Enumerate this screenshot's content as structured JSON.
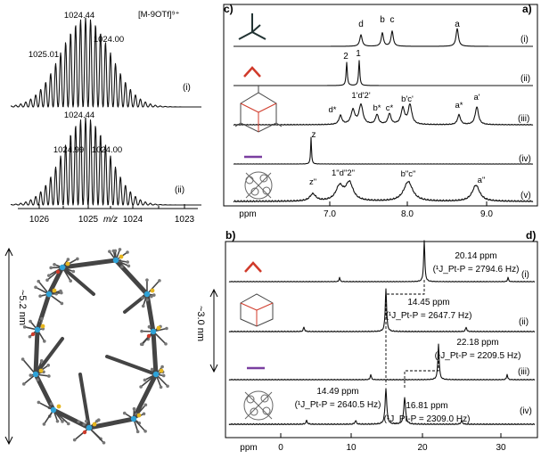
{
  "panel_a": {
    "label": "a)",
    "traces": [
      {
        "label": "(i)",
        "peak_labels": [
          "1024.44",
          "1024.00",
          "1025.01",
          "[M-9OTf]⁹⁺"
        ]
      },
      {
        "label": "(ii)",
        "peak_labels": [
          "1024.44",
          "1024.00",
          "1024.99"
        ]
      }
    ],
    "xlabel": "m/z",
    "ticks": [
      "1026",
      "1025",
      "1024",
      "1023"
    ]
  },
  "panel_b": {
    "label": "b)",
    "dim_large": "~5.2 nm",
    "dim_small": "~3.0 nm"
  },
  "panel_c": {
    "label": "c)",
    "traces": [
      {
        "label": "(i)",
        "peaks": [
          "a",
          "c",
          "b",
          "d"
        ]
      },
      {
        "label": "(ii)",
        "peaks": [
          "1",
          "2"
        ]
      },
      {
        "label": "(iii)",
        "peaks": [
          "a'",
          "a*",
          "b'c'",
          "c*",
          "b*",
          "1'd'2'",
          "d*"
        ]
      },
      {
        "label": "(iv)",
        "peaks": [
          "z"
        ]
      },
      {
        "label": "(v)",
        "peaks": [
          "a\"",
          "b\"c\"",
          "1\"d\"2\"",
          "z\""
        ]
      }
    ],
    "ticks": [
      "9.0",
      "8.0",
      "7.0",
      "ppm"
    ]
  },
  "panel_d": {
    "label": "d)",
    "traces": [
      {
        "label": "(i)",
        "ppm": "20.14 ppm",
        "coupling": "(¹J_Pt-P = 2794.6 Hz)"
      },
      {
        "label": "(ii)",
        "ppm": "14.45 ppm",
        "coupling": "(¹J_Pt-P = 2647.7 Hz)"
      },
      {
        "label": "(iii)",
        "ppm": "22.18 ppm",
        "coupling": "(¹J_Pt-P = 2209.5 Hz)"
      },
      {
        "label": "(iv)",
        "ppm": "14.49 ppm",
        "coupling": "(¹J_Pt-P = 2640.5 Hz)",
        "ppm2": "16.81 ppm",
        "coupling2": "(¹J_Pt-P = 2309.0 Hz)"
      }
    ],
    "ticks": [
      "30",
      "20",
      "10",
      "0",
      "ppm"
    ]
  },
  "colors": {
    "red": "#d03a2a",
    "purple": "#7a3fa0",
    "platinum": "#2ea3d8",
    "phosphorus": "#e6b61f"
  }
}
